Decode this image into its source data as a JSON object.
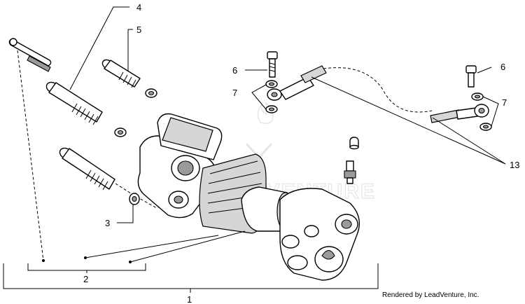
{
  "diagram": {
    "callouts": {
      "c1": "1",
      "c2": "2",
      "c3": "3",
      "c4": "4",
      "c5": "5",
      "c6a": "6",
      "c6b": "6",
      "c7a": "7",
      "c7b": "7",
      "c13": "13"
    },
    "credit": "Rendered by LeadVenture, Inc.",
    "watermark": "LEADVENTURE"
  }
}
